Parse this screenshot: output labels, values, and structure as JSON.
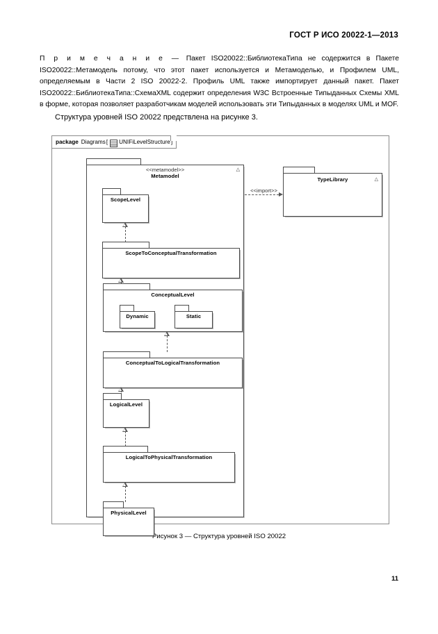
{
  "header": {
    "standard_id": "ГОСТ Р ИСО 20022-1—2013"
  },
  "note": {
    "lead_label": "П р и м е ч а н и е —",
    "text": "Пакет ISO20022::БиблиотекаТипа не содержится в Пакете ISO20022::Метамодель потому, что этот пакет используется и Метамоделью, и Профилем UML, определяемым в Части 2 ISO 20022-2. Профиль UML также импортирует данный пакет. Пакет ISO20022::БиблиотекаТипа::СхемаXML содержит определения W3C Встроенные Типыданных Схемы XML в форме, которая позволяет разработчикам моделей использовать эти Типыданных в моделях UML и MOF."
  },
  "paragraph": {
    "text": "Структура уровней ISO 20022 предствлена на рисунке 3."
  },
  "figure": {
    "frame_label": {
      "keyword": "package",
      "scope": "Diagrams",
      "bracket_open": "[",
      "icon": "class-diagram-icon",
      "diagram_name": "UNIFiLevelStructure",
      "bracket_close": "]"
    },
    "packages": {
      "metamodel": {
        "stereotype": "<<metamodel>>",
        "name": "Metamodel",
        "marker": "△"
      },
      "type_library": {
        "name": "TypeLibrary",
        "marker": "△"
      },
      "scope_level": {
        "name": "ScopeLevel"
      },
      "scope_to_conceptual": {
        "name": "ScopeToConceptualTransformation"
      },
      "conceptual_level": {
        "name": "ConceptualLevel"
      },
      "dynamic": {
        "name": "Dynamic"
      },
      "static": {
        "name": "Static"
      },
      "conceptual_to_logical": {
        "name": "ConceptualToLogicalTransformation"
      },
      "logical_level": {
        "name": "LogicalLevel"
      },
      "logical_to_physical": {
        "name": "LogicalToPhysicalTransformation"
      },
      "physical_level": {
        "name": "PhysicalLevel"
      }
    },
    "relations": {
      "import_label": "<<import>>"
    },
    "caption": "Рисунок 3 — Структура уровней ISO 20022"
  },
  "footer": {
    "page_number": "11"
  }
}
